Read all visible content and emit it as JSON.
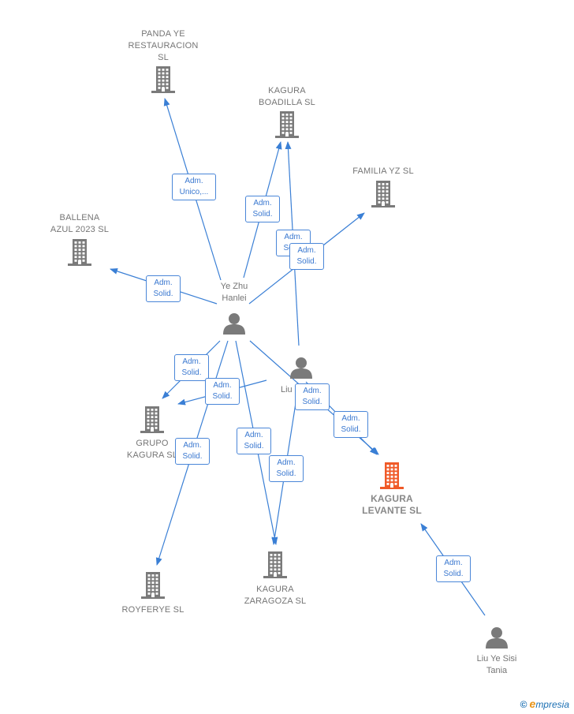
{
  "nodes": [
    {
      "id": "panda",
      "type": "company",
      "label": "PANDA YE\nRESTAURACION\nSL"
    },
    {
      "id": "boadilla",
      "type": "company",
      "label": "KAGURA\nBOADILLA  SL"
    },
    {
      "id": "familia",
      "type": "company",
      "label": "FAMILIA YZ  SL"
    },
    {
      "id": "ballena",
      "type": "company",
      "label": "BALLENA\nAZUL 2023  SL"
    },
    {
      "id": "yezhu",
      "type": "person",
      "label": "Ye Zhu\nHanlei"
    },
    {
      "id": "liuye",
      "type": "person",
      "label": "Liu Ye Zhu"
    },
    {
      "id": "grupo",
      "type": "company",
      "label": "GRUPO\nKAGURA  SL"
    },
    {
      "id": "levante",
      "type": "company",
      "focus": true,
      "label": "KAGURA\nLEVANTE  SL"
    },
    {
      "id": "royferye",
      "type": "company",
      "label": "ROYFERYE  SL"
    },
    {
      "id": "zaragoza",
      "type": "company",
      "label": "KAGURA\nZARAGOZA  SL"
    },
    {
      "id": "sisi",
      "type": "person",
      "label": "Liu Ye Sisi\nTania"
    }
  ],
  "edges": [
    {
      "from": "yezhu",
      "to": "panda",
      "label": "Adm.\nUnico,..."
    },
    {
      "from": "yezhu",
      "to": "boadilla",
      "label": "Adm.\nSolid."
    },
    {
      "from": "liuye",
      "to": "boadilla",
      "label": "Adm.\nSolid."
    },
    {
      "from": "yezhu",
      "to": "familia",
      "label": "Adm.\nSolid."
    },
    {
      "from": "yezhu",
      "to": "ballena",
      "label": "Adm.\nSolid."
    },
    {
      "from": "yezhu",
      "to": "grupo",
      "label": "Adm.\nSolid."
    },
    {
      "from": "liuye",
      "to": "grupo",
      "label": "Adm.\nSolid."
    },
    {
      "from": "yezhu",
      "to": "royferye",
      "label": "Adm.\nSolid."
    },
    {
      "from": "yezhu",
      "to": "zaragoza",
      "label": "Adm.\nSolid."
    },
    {
      "from": "liuye",
      "to": "zaragoza",
      "label": "Adm.\nSolid."
    },
    {
      "from": "liuye",
      "to": "levante",
      "label": "Adm.\nSolid."
    },
    {
      "from": "yezhu",
      "to": "levante",
      "label": "Adm.\nSolid."
    },
    {
      "from": "sisi",
      "to": "levante",
      "label": "Adm.\nSolid."
    }
  ],
  "colors": {
    "edge": "#3a7fd5",
    "company_icon": "#7a7a7a",
    "focus_icon": "#f05a28",
    "person_icon": "#7a7a7a"
  },
  "brand": {
    "copyright": "©",
    "name": "mpresia",
    "initial": "e"
  }
}
